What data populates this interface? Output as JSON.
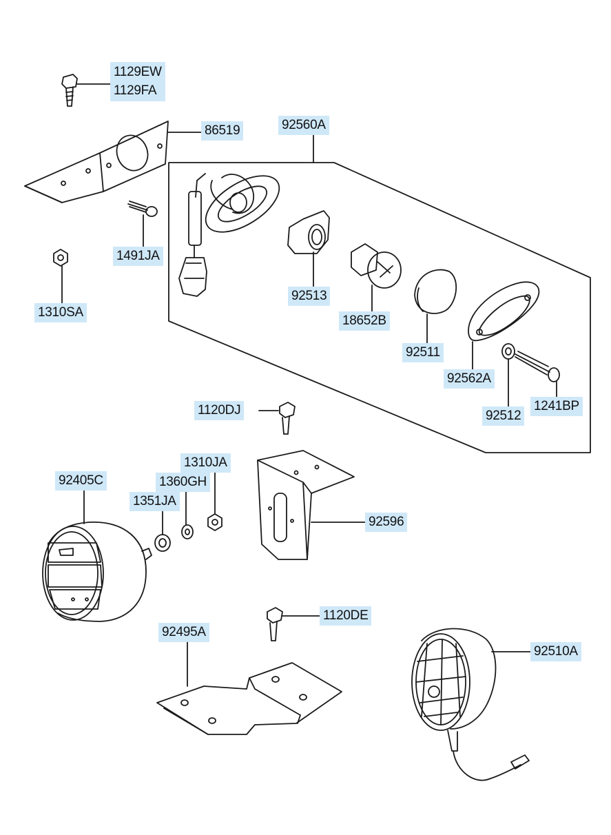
{
  "parts": [
    {
      "id": "p1",
      "lines": [
        "1129EW",
        "1129FA"
      ]
    },
    {
      "id": "p2",
      "lines": [
        "86519"
      ]
    },
    {
      "id": "p3",
      "lines": [
        "92560A"
      ]
    },
    {
      "id": "p4",
      "lines": [
        "1491JA"
      ]
    },
    {
      "id": "p5",
      "lines": [
        "1310SA"
      ]
    },
    {
      "id": "p6",
      "lines": [
        "92513"
      ]
    },
    {
      "id": "p7",
      "lines": [
        "18652B"
      ]
    },
    {
      "id": "p8",
      "lines": [
        "92511"
      ]
    },
    {
      "id": "p9",
      "lines": [
        "92562A"
      ]
    },
    {
      "id": "p10",
      "lines": [
        "92512"
      ]
    },
    {
      "id": "p11",
      "lines": [
        "1241BP"
      ]
    },
    {
      "id": "p12",
      "lines": [
        "1120DJ"
      ]
    },
    {
      "id": "p13",
      "lines": [
        "1310JA"
      ]
    },
    {
      "id": "p14",
      "lines": [
        "1360GH"
      ]
    },
    {
      "id": "p15",
      "lines": [
        "1351JA"
      ]
    },
    {
      "id": "p16",
      "lines": [
        "92405C"
      ]
    },
    {
      "id": "p17",
      "lines": [
        "92596"
      ]
    },
    {
      "id": "p18",
      "lines": [
        "1120DE"
      ]
    },
    {
      "id": "p19",
      "lines": [
        "92495A"
      ]
    },
    {
      "id": "p20",
      "lines": [
        "92510A"
      ]
    }
  ],
  "colors": {
    "label_bg": "#cfe8f8",
    "line": "#1a1a1a"
  }
}
